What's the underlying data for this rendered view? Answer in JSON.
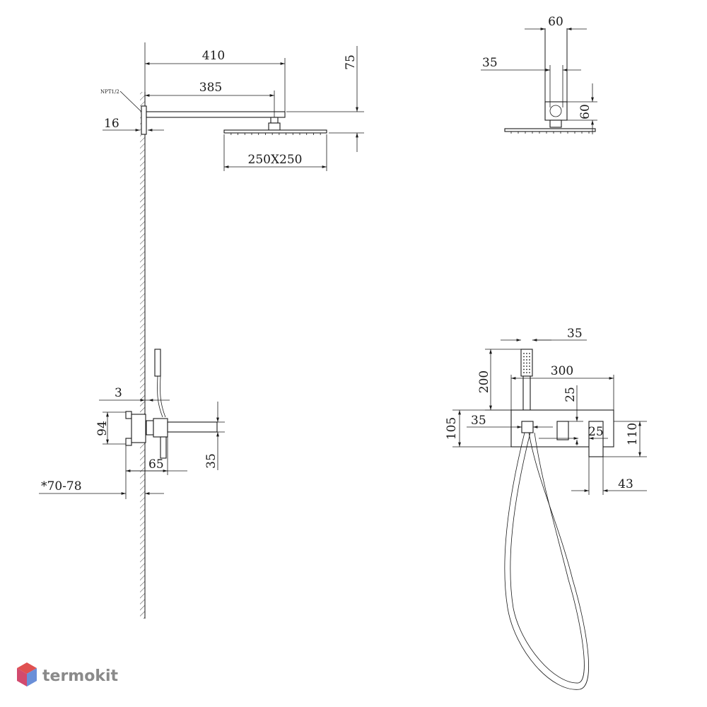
{
  "dimensions": {
    "arm_length": "410",
    "arm_reach": "385",
    "arm_height": "75",
    "wall_plate": "16",
    "head_size": "250X250",
    "thread": "NPT1/2",
    "top_width": "60",
    "top_offset": "35",
    "top_height": "60",
    "mixer_gap": "3",
    "mixer_height": "94",
    "mixer_depth": "65",
    "mixer_spout": "35",
    "install_depth": "*70-78",
    "side_holder_width": "35",
    "side_holder_height": "200",
    "side_plate_width": "300",
    "side_knob": "25",
    "side_outlet": "35",
    "side_body_height": "105",
    "side_handle": "25",
    "side_total_height": "110",
    "side_handle_depth": "43"
  },
  "watermark": {
    "text": "termokit",
    "color": "#9a9a9a",
    "accent": "#e05050",
    "accent2": "#6a8fd8"
  }
}
